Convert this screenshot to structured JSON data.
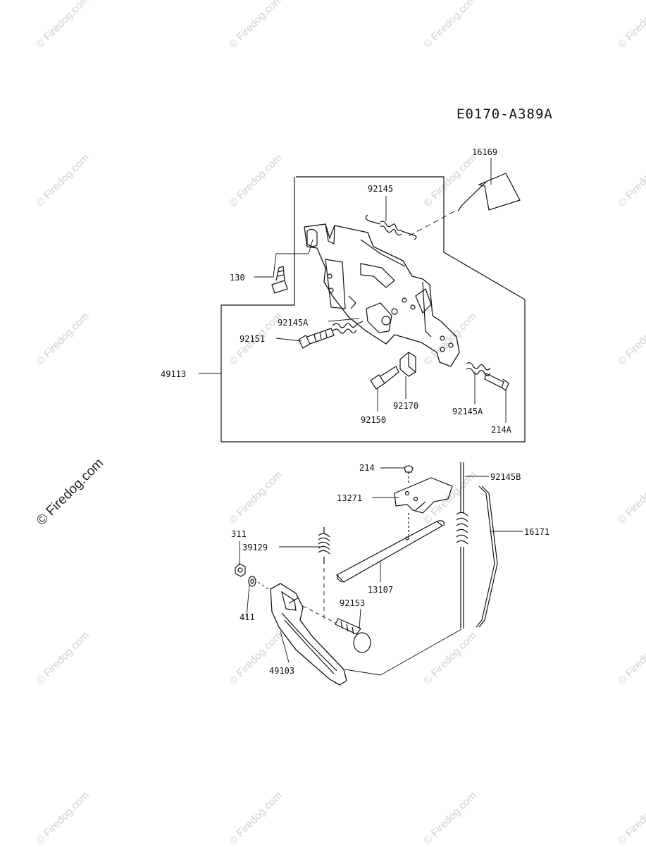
{
  "drawing_code": "E0170-A389A",
  "watermark": "© Firedog.com",
  "side_watermark": "© Firedog.com",
  "parts": {
    "p16169": "16169",
    "p92145": "92145",
    "p130": "130",
    "p92145A_top": "92145A",
    "p92151": "92151",
    "p49113": "49113",
    "p92170": "92170",
    "p92150": "92150",
    "p92145A_bottom": "92145A",
    "p214A": "214A",
    "p214": "214",
    "p92145B": "92145B",
    "p13271": "13271",
    "p16171": "16171",
    "p311": "311",
    "p39129": "39129",
    "p13107": "13107",
    "p92153": "92153",
    "p411": "411",
    "p49103": "49103"
  }
}
